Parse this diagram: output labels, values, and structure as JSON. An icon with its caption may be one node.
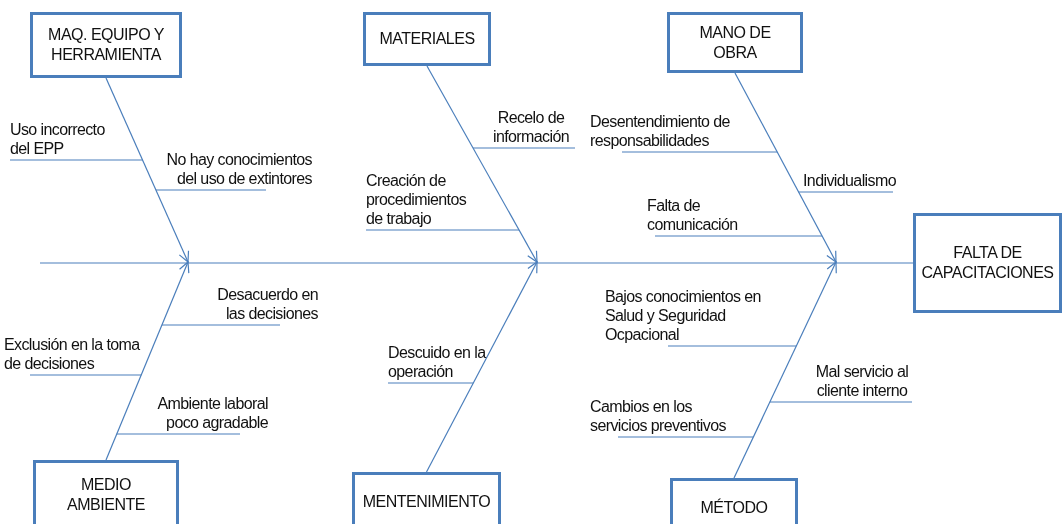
{
  "diagram": {
    "nodes": [
      {
        "text": [
          "MAQ. EQUIPO Y HERRAMIENTA"
        ]
      },
      {
        "text": [
          "MATERIALES"
        ]
      },
      {
        "text": [
          "MANO DE OBRA"
        ]
      },
      {
        "text": [
          "FALTA DE CAPACITACIONES"
        ]
      },
      {
        "text": [
          "MEDIO AMBIENTE"
        ]
      },
      {
        "text": [
          "MENTENIMIENTO"
        ]
      },
      {
        "text": [
          "MÉTODO"
        ]
      },
      {
        "text": [
          "Uso incorrecto del EPP"
        ]
      },
      {
        "text": [
          "No hay conocimientos del uso de extintores"
        ]
      },
      {
        "text": [
          "Recelo de información"
        ]
      },
      {
        "text": [
          "Creación de procedimientos de trabajo"
        ]
      },
      {
        "text": [
          "Desentendimiento de responsabilidades"
        ]
      },
      {
        "text": [
          "Individualismo"
        ]
      },
      {
        "text": [
          "Falta de comunicación"
        ]
      },
      {
        "text": [
          "Desacuerdo en las decisiones"
        ]
      },
      {
        "text": [
          "Exclusión en la toma de decisiones"
        ]
      },
      {
        "text": [
          "Ambiente laboral poco agradable"
        ]
      },
      {
        "text": [
          "Descuido en la operación"
        ]
      },
      {
        "text": [
          "Bajos conocimientos en Salud y Seguridad Ocpacional"
        ]
      },
      {
        "text": [
          "Mal servicio al cliente interno"
        ]
      },
      {
        "text": [
          "Cambios en los servicios preventivos"
        ]
      }
    ],
    "edges": [
      {
        "from": null,
        "to": 3,
        "arrow": "none"
      },
      {
        "from": 0,
        "to": null,
        "arrow": "to"
      },
      {
        "from": 1,
        "to": null,
        "arrow": "to"
      },
      {
        "from": 2,
        "to": null,
        "arrow": "to"
      },
      {
        "from": 4,
        "to": null,
        "arrow": "to"
      },
      {
        "from": 5,
        "to": null,
        "arrow": "to"
      },
      {
        "from": 6,
        "to": null,
        "arrow": "to"
      },
      {
        "from": 7,
        "to": null,
        "arrow": "none"
      },
      {
        "from": 8,
        "to": null,
        "arrow": "none"
      },
      {
        "from": 9,
        "to": null,
        "arrow": "none"
      },
      {
        "from": 10,
        "to": null,
        "arrow": "none"
      },
      {
        "from": 11,
        "to": null,
        "arrow": "none"
      },
      {
        "from": 12,
        "to": null,
        "arrow": "none"
      },
      {
        "from": 13,
        "to": null,
        "arrow": "none"
      },
      {
        "from": 14,
        "to": null,
        "arrow": "none"
      },
      {
        "from": 15,
        "to": null,
        "arrow": "none"
      },
      {
        "from": 16,
        "to": null,
        "arrow": "none"
      },
      {
        "from": 17,
        "to": null,
        "arrow": "none"
      },
      {
        "from": 18,
        "to": null,
        "arrow": "none"
      },
      {
        "from": 19,
        "to": null,
        "arrow": "none"
      },
      {
        "from": 20,
        "to": null,
        "arrow": "none"
      }
    ]
  }
}
